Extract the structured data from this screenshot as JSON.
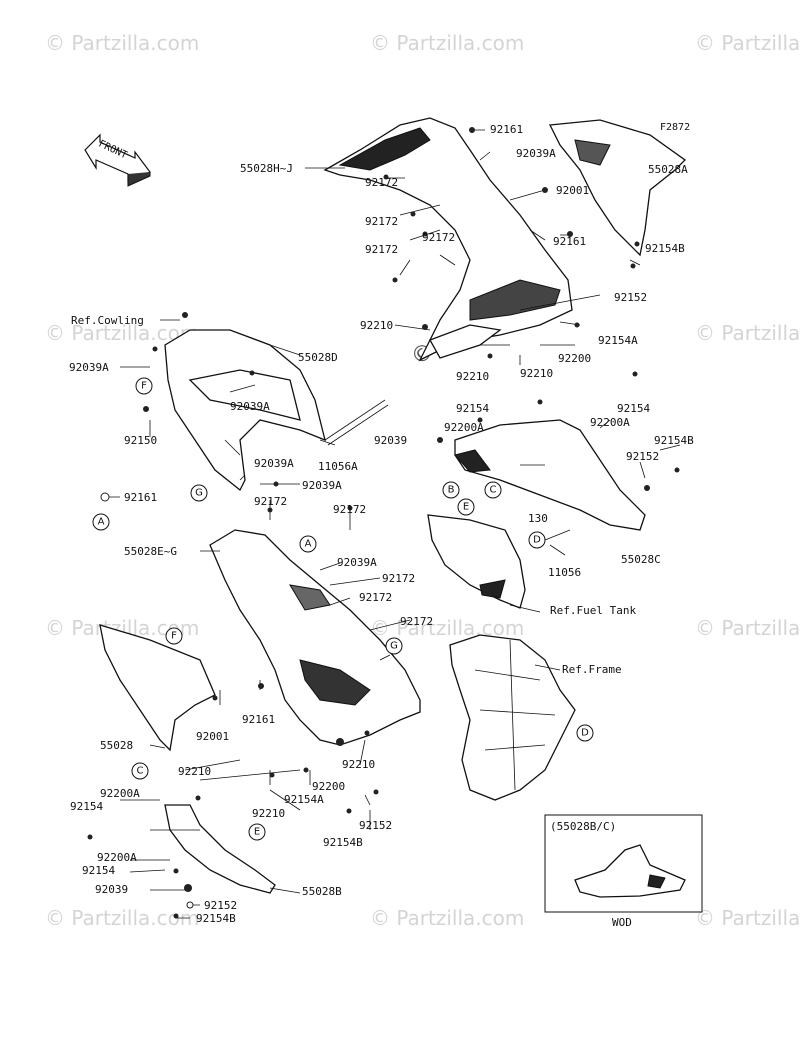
{
  "diagram_code": "F2872",
  "watermarks": {
    "text": "© Partzilla.com",
    "short": "© Partzilla.com",
    "center": "© Partzilla.com"
  },
  "front_arrow": "FRONT",
  "refs": {
    "cowling": "Ref.Cowling",
    "fuel_tank": "Ref.Fuel Tank",
    "frame": "Ref.Frame"
  },
  "parts": {
    "p55028HJ": "55028H~J",
    "p92161_top": "92161",
    "p92039A_top": "92039A",
    "p92172_a": "92172",
    "p92001_top": "92001",
    "p92172_b": "92172",
    "p92172_c": "92172",
    "p92161_mid": "92161",
    "p92172_d": "92172",
    "p55028A": "55028A",
    "p92154B_top": "92154B",
    "p92152_top": "92152",
    "p92210_top": "92210",
    "p92154A_top": "92154A",
    "p92200_top": "92200",
    "p92210_b": "92210",
    "p92210_c": "92210",
    "p92154_mid": "92154",
    "p92200A_mid": "92200A",
    "p92039_mid": "92039",
    "p92154_r": "92154",
    "p92200A_r": "92200A",
    "p92154B_r": "92154B",
    "p92152_r": "92152",
    "p55028C": "55028C",
    "p130": "130",
    "p11056": "11056",
    "p92039A_l1": "92039A",
    "p55028D": "55028D",
    "p92039A_l2": "92039A",
    "p92150": "92150",
    "p92039A_l3": "92039A",
    "p11056A": "11056A",
    "p92039A_l4": "92039A",
    "p92161_l": "92161",
    "p92172_e": "92172",
    "p92172_f": "92172",
    "p55028EG": "55028E~G",
    "p92039A_m": "92039A",
    "p92172_g": "92172",
    "p92172_h": "92172",
    "p92172_i": "92172",
    "p92001_m": "92001",
    "p92161_m": "92161",
    "p55028": "55028",
    "p92210_m": "92210",
    "p92200_m": "92200",
    "p92210_m2": "92210",
    "p92154A_m": "92154A",
    "p92210_m3": "92210",
    "p92152_m": "92152",
    "p92154B_m": "92154B",
    "p92154_bl": "92154",
    "p92200A_bl": "92200A",
    "p92200A_bl2": "92200A",
    "p92154_bl2": "92154",
    "p92039_bl": "92039",
    "p55028B": "55028B",
    "p92152_bl": "92152",
    "p92154B_bl": "92154B"
  },
  "callouts": [
    "A",
    "B",
    "C",
    "D",
    "E",
    "F",
    "G"
  ],
  "inset": {
    "title": "(55028B/C)",
    "caption": "WOD"
  }
}
